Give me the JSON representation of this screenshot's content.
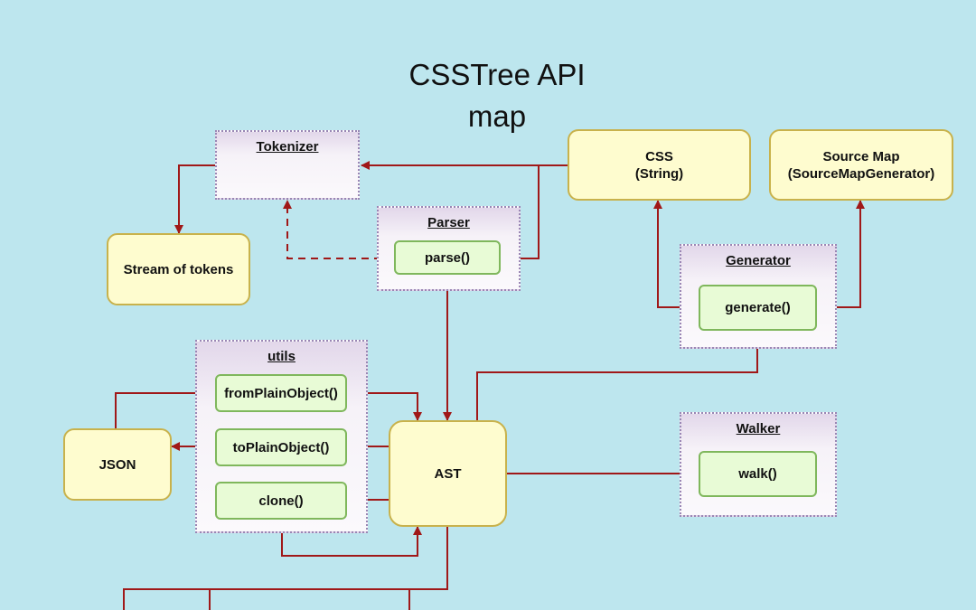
{
  "title": {
    "line1": "CSSTree API",
    "line2": "map"
  },
  "nodes": {
    "css": {
      "line1": "CSS",
      "line2": "(String)"
    },
    "source_map": {
      "line1": "Source Map",
      "line2": "(SourceMapGenerator)"
    },
    "stream": "Stream of tokens",
    "json": "JSON",
    "ast": "AST"
  },
  "groups": {
    "tokenizer": {
      "title": "Tokenizer"
    },
    "parser": {
      "title": "Parser",
      "fn": "parse()"
    },
    "generator": {
      "title": "Generator",
      "fn": "generate()"
    },
    "utils": {
      "title": "utils",
      "fns": [
        "fromPlainObject()",
        "toPlainObject()",
        "clone()"
      ]
    },
    "walker": {
      "title": "Walker",
      "fn": "walk()"
    }
  },
  "colors": {
    "background": "#bde6ee",
    "arrow": "#a01818",
    "node_fill": "#fefccf",
    "fn_fill": "#e8fbd6"
  }
}
